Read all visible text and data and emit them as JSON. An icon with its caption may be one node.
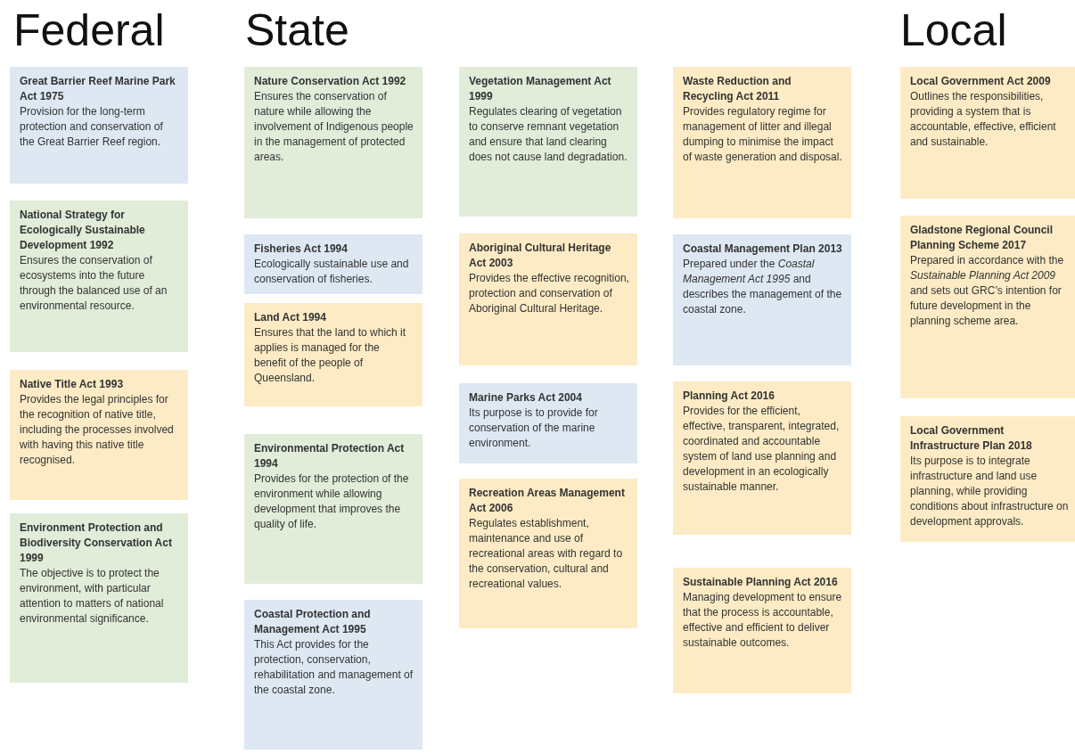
{
  "diagram": {
    "nodes": [
      {
        "text": [
          "Great Barrier Reef Marine Park Act 1975",
          "Provision for the long-term protection and conservation of the Great Barrier Reef region."
        ]
      },
      {
        "text": [
          "National Strategy for Ecologically Sustainable Development 1992",
          "Ensures the conservation of ecosystems into the future through the balanced use of an environmental resource."
        ]
      },
      {
        "text": [
          "Native Title Act 1993",
          "Provides the legal principles for the recognition of native title, including the processes involved with having this native title recognised."
        ]
      },
      {
        "text": [
          "Environment Protection and Biodiversity Conservation Act 1999",
          "The objective is to protect the environment, with particular attention to matters of national environmental significance."
        ]
      },
      {
        "text": [
          "Nature Conservation Act 1992",
          "Ensures the conservation of nature while allowing the involvement of Indigenous people in the management of protected areas."
        ]
      },
      {
        "text": [
          "Fisheries Act 1994",
          "Ecologically sustainable use and conservation of fisheries."
        ]
      },
      {
        "text": [
          "Land Act 1994",
          "Ensures that the land to which it applies is managed for the benefit of the people of Queensland."
        ]
      },
      {
        "text": [
          "Environmental Protection Act 1994",
          "Provides for the protection of the environment while allowing development that improves the quality of life."
        ]
      },
      {
        "text": [
          "Coastal Protection and Management Act 1995",
          "This Act provides for the protection, conservation, rehabilitation and management of the coastal zone."
        ]
      },
      {
        "text": [
          "Vegetation Management Act 1999",
          "Regulates clearing of vegetation to conserve remnant vegetation and ensure that land clearing does not cause land degradation."
        ]
      },
      {
        "text": [
          "Aboriginal Cultural Heritage Act 2003",
          "Provides the effective recognition, protection and conservation of Aboriginal Cultural Heritage."
        ]
      },
      {
        "text": [
          "Marine Parks Act 2004",
          "Its purpose is to provide for conservation of the marine environment."
        ]
      },
      {
        "text": [
          "Recreation Areas Management Act 2006",
          "Regulates establishment, maintenance and use of recreational areas with regard to the conservation, cultural and recreational values."
        ]
      },
      {
        "text": [
          "Waste Reduction and Recycling Act 2011",
          "Provides regulatory regime for management of litter and illegal dumping to minimise the impact of waste generation and disposal."
        ]
      },
      {
        "text": [
          "Coastal Management Plan 2013",
          "Prepared under the *Coastal Management Act 1995* and describes the management of the coastal zone."
        ]
      },
      {
        "text": [
          "Planning Act 2016",
          "Provides for the efficient, effective, transparent, integrated, coordinated and accountable system of land use planning and development in an ecologically sustainable manner."
        ]
      },
      {
        "text": [
          "Sustainable Planning Act 2016",
          "Managing development to ensure that the process is accountable, effective and efficient to deliver sustainable outcomes."
        ]
      },
      {
        "text": [
          "Local Government Act 2009",
          "Outlines the responsibilities, providing a system that is accountable, effective, efficient and sustainable."
        ]
      },
      {
        "text": [
          "Gladstone Regional Council Planning Scheme 2017",
          "Prepared in accordance with the *Sustainable Planning Act 2009* and sets out GRC’s intention for future development in the planning scheme area."
        ]
      },
      {
        "text": [
          "Local Government Infrastructure Plan 2018",
          "Its purpose is to integrate infrastructure and land use planning, while providing conditions about infrastructure on development approvals."
        ]
      }
    ],
    "labels": [
      "Federal",
      "State",
      "Local"
    ]
  }
}
